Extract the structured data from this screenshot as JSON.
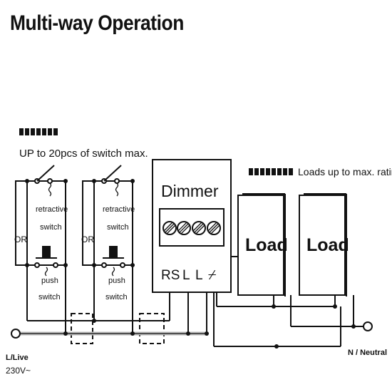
{
  "title": "Multi-way Operation",
  "switch_note": "UP to 20pcs of switch max.",
  "loads_note": "Loads up to max. rating",
  "switch_groups": [
    {
      "or_label": "OR",
      "retractive_line1": "retractive",
      "retractive_line2": "switch",
      "push_line1": "push",
      "push_line2": "switch"
    },
    {
      "or_label": "OR",
      "retractive_line1": "retractive",
      "retractive_line2": "switch",
      "push_line1": "push",
      "push_line2": "switch"
    }
  ],
  "dimmer": {
    "label": "Dimmer",
    "terminals": [
      "RS",
      "L",
      "L"
    ],
    "output_symbol": "⌿"
  },
  "loads": [
    {
      "label": "Load"
    },
    {
      "label": "Load"
    }
  ],
  "live": {
    "label": "L/Live",
    "voltage": "230V~"
  },
  "neutral": {
    "label": "N / Neutral"
  }
}
